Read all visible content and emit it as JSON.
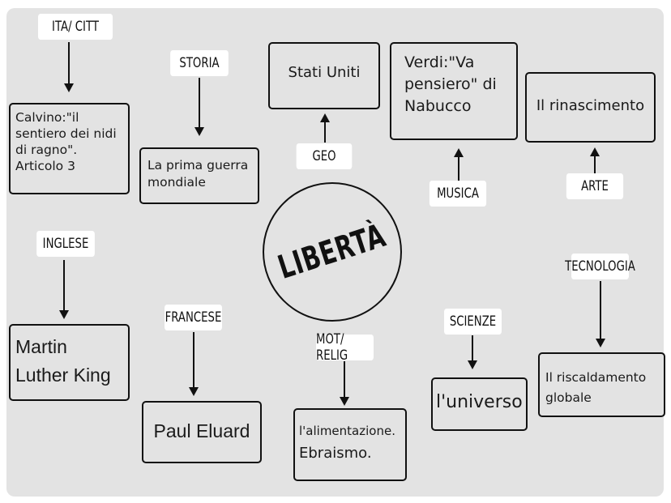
{
  "center": {
    "title": "LIBERTÀ"
  },
  "subjects": {
    "ita": {
      "label": "ITA/ CITT",
      "content": [
        "Calvino:\"il",
        "sentiero dei nidi",
        "di ragno\".",
        "Articolo 3"
      ]
    },
    "storia": {
      "label": "STORIA",
      "content": [
        "La prima guerra",
        "mondiale"
      ]
    },
    "geo": {
      "label": "GEO",
      "content": [
        "Stati Uniti"
      ]
    },
    "musica": {
      "label": "MUSICA",
      "content": [
        "Verdi:\"Va",
        "pensiero\" di",
        "Nabucco"
      ]
    },
    "arte": {
      "label": "ARTE",
      "content": [
        "Il rinascimento"
      ]
    },
    "inglese": {
      "label": "INGLESE",
      "content": [
        "Martin",
        "Luther King"
      ]
    },
    "francese": {
      "label": "FRANCESE",
      "content": [
        "Paul Eluard"
      ]
    },
    "mot_relig": {
      "label": "MOT/ RELIG",
      "content": [
        "l'alimentazione.",
        "Ebraismo."
      ]
    },
    "scienze": {
      "label": "SCIENZE",
      "content": [
        "l'universo"
      ]
    },
    "tecnologia": {
      "label": "TECNOLOGIA",
      "content": [
        "Il riscaldamento",
        "globale"
      ]
    }
  },
  "colors": {
    "panel": "#e3e3e3",
    "label_bg": "#ffffff",
    "stroke": "#111111"
  }
}
